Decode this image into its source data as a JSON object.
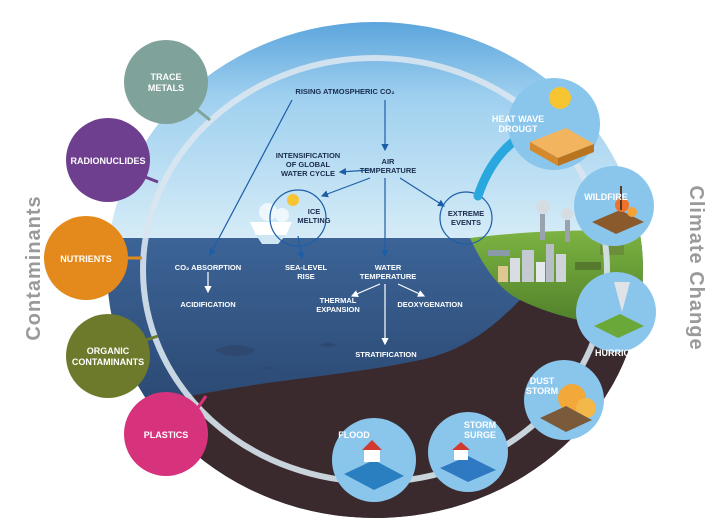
{
  "contaminants": {
    "title": "Contaminants",
    "items": [
      {
        "label_lines": [
          "TRACE",
          "METALS"
        ],
        "color": "#7fa29a"
      },
      {
        "label_lines": [
          "RADIONUCLIDES"
        ],
        "color": "#6e3f8f"
      },
      {
        "label_lines": [
          "NUTRIENTS"
        ],
        "color": "#e48a1c"
      },
      {
        "label_lines": [
          "ORGANIC",
          "CONTAMINANTS"
        ],
        "color": "#6d7a2c"
      },
      {
        "label_lines": [
          "PLASTICS"
        ],
        "color": "#d6337c"
      }
    ]
  },
  "climate_change": {
    "title": "Climate Change",
    "items": [
      {
        "label_lines": [
          "HEAT WAVE",
          "DROUGT"
        ]
      },
      {
        "label_lines": [
          "WILDFIRE"
        ]
      },
      {
        "label_lines": [
          "HURRICANE"
        ]
      },
      {
        "label_lines": [
          "DUST",
          "STORM"
        ]
      },
      {
        "label_lines": [
          "STORM",
          "SURGE"
        ]
      },
      {
        "label_lines": [
          "FLOOD"
        ]
      }
    ]
  },
  "processes": {
    "rising_co2": "RISING ATMOSPHERIC CO₂",
    "air_temperature": [
      "AIR",
      "TEMPERATURE"
    ],
    "water_cycle": [
      "INTENSIFICATION",
      "OF GLOBAL",
      "WATER CYCLE"
    ],
    "ice_melting": [
      "ICE",
      "MELTING"
    ],
    "extreme_events": [
      "EXTREME",
      "EVENTS"
    ],
    "co2_absorption": "CO₂ ABSORPTION",
    "acidification": "ACIDIFICATION",
    "sea_level_rise": [
      "SEA-LEVEL",
      "RISE"
    ],
    "water_temperature": [
      "WATER",
      "TEMPERATURE"
    ],
    "thermal_expansion": [
      "THERMAL",
      "EXPANSION"
    ],
    "deoxygenation": "DEOXYGENATION",
    "stratification": "STRATIFICATION"
  },
  "colors": {
    "sky_top": "#bcdff3",
    "sky_bottom": "#3f8fd0",
    "ocean": "#2a4a78",
    "seabed": "#3a2a2c",
    "arrow": "#1c5ea8",
    "impact_circle": "#8ac6ec"
  }
}
